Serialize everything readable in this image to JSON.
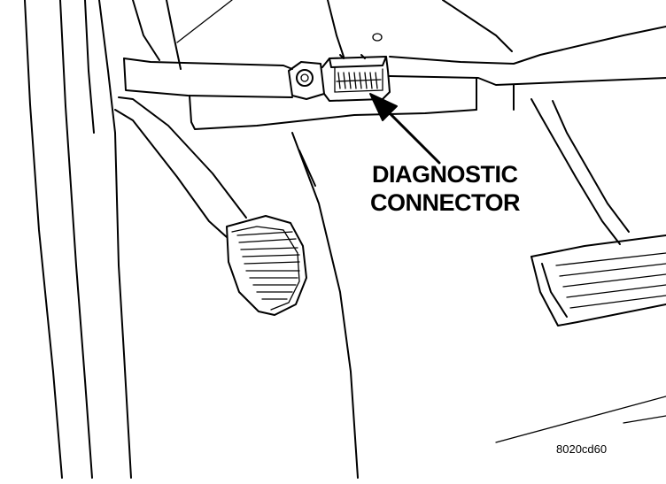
{
  "figure": {
    "callout_line1": "DIAGNOSTIC",
    "callout_line2": "CONNECTOR",
    "figure_number": "8020cd60"
  }
}
